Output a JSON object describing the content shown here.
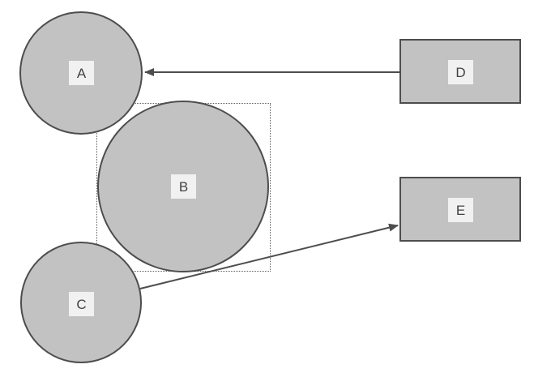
{
  "diagram": {
    "background_color": "#ffffff",
    "nodes": [
      {
        "id": "A",
        "label": "A",
        "shape": "circle"
      },
      {
        "id": "B",
        "label": "B",
        "shape": "circle"
      },
      {
        "id": "C",
        "label": "C",
        "shape": "circle"
      },
      {
        "id": "D",
        "label": "D",
        "shape": "rectangle"
      },
      {
        "id": "E",
        "label": "E",
        "shape": "rectangle"
      }
    ],
    "edges": [
      {
        "from": "D",
        "to": "A",
        "type": "arrow"
      },
      {
        "from": "C",
        "to": "E",
        "type": "arrow"
      }
    ],
    "selection_box": {
      "around": "B",
      "border_style": "dotted"
    },
    "colors": {
      "shape_fill": "#c2c2c2",
      "shape_stroke": "#4d4d4d",
      "edge_stroke": "#4d4d4d",
      "label_background": "#f1f1f1",
      "label_text": "#3f4347",
      "selection_stroke": "#5e5e5e"
    }
  }
}
